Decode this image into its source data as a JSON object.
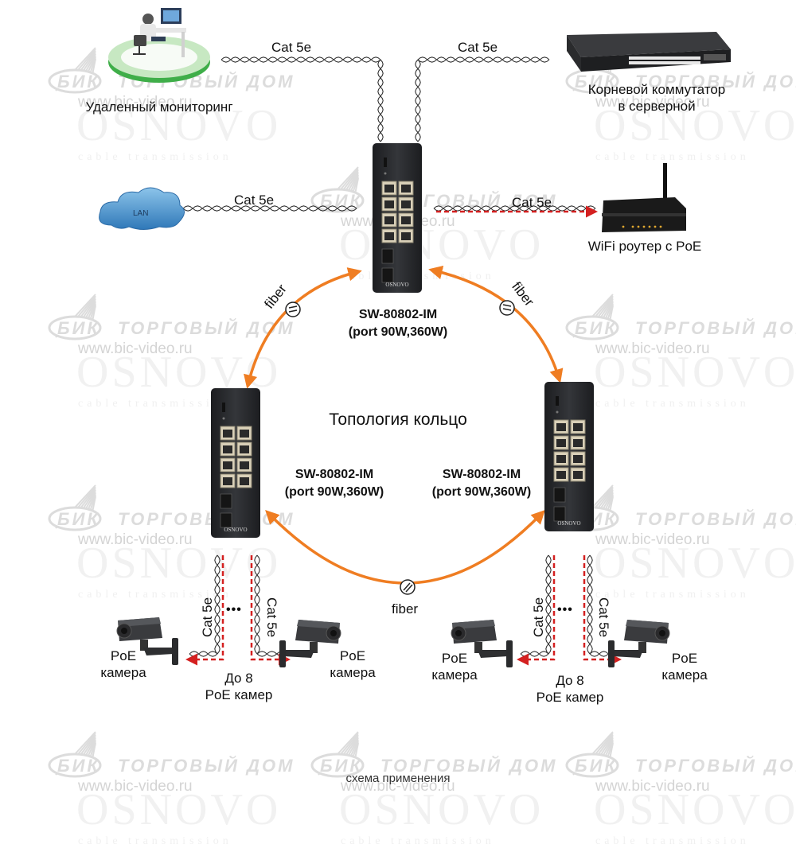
{
  "diagram": {
    "title": "Топология кольцо",
    "caption": "схема применения",
    "colors": {
      "fiber": "#ef7d22",
      "poe_arrow": "#d42020",
      "device_body": "#2b2d30",
      "watermark": "#d8d8d8",
      "cloud": "#3f8fc8",
      "platform_green": "#3fae49"
    },
    "nodes": {
      "remote_monitoring": {
        "label": "Удаленный мониторинг",
        "icon": "workstation-icon"
      },
      "root_switch": {
        "label_line1": "Корневой коммутатор",
        "label_line2": "в серверной",
        "icon": "rack-switch-icon"
      },
      "lan": {
        "label": "LAN",
        "icon": "cloud-icon"
      },
      "wifi_router": {
        "label": "WiFi роутер с PoE",
        "icon": "router-icon"
      },
      "switch_top": {
        "model": "SW-80802-IM",
        "spec": "(port 90W,360W)",
        "brand": "OSNOVO"
      },
      "switch_left": {
        "model": "SW-80802-IM",
        "spec": "(port 90W,360W)",
        "brand": "OSNOVO"
      },
      "switch_right": {
        "model": "SW-80802-IM",
        "spec": "(port 90W,360W)",
        "brand": "OSNOVO"
      }
    },
    "links": {
      "cable_label": "Cat 5e",
      "fiber_label": "fiber",
      "cat5e_monitoring": "Cat 5e",
      "cat5e_root": "Cat 5e",
      "cat5e_lan": "Cat 5e",
      "cat5e_router": "Cat 5e",
      "cat5e_left_a": "Cat 5e",
      "cat5e_left_b": "Cat 5e",
      "cat5e_right_a": "Cat 5e",
      "cat5e_right_b": "Cat 5e",
      "fiber_left": "fiber",
      "fiber_right": "fiber",
      "fiber_bottom": "fiber"
    },
    "cameras": {
      "camera_label_line1": "PoE",
      "camera_label_line2": "камера",
      "group_label_line1": "До 8",
      "group_label_line2": "PoE камер",
      "ellipsis": "•••"
    },
    "watermarks": {
      "bik_logo": "БИК",
      "bik_text": "ТОРГОВЫЙ ДОМ",
      "url": "www.bic-video.ru",
      "osnovo": "OSNOVO",
      "osnovo_sub": "cable transmission"
    }
  }
}
